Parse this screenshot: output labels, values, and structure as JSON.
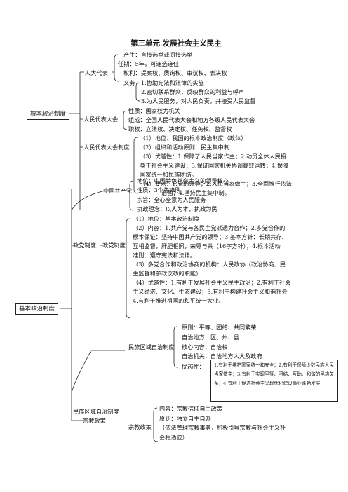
{
  "title": "第三单元  发展社会主义民主",
  "root_1": "根本政治制度",
  "root_2": "基本政治制度",
  "renda_daibiao": {
    "label": "人大代表",
    "lines": [
      "产生：直接选举或间接选举",
      "任期：5年，可连选连任",
      "权利：提案权、质询权、审议权、表决权"
    ],
    "yiwu_label": "义务",
    "yiwu": [
      "1.协助宪法和法律的实施",
      "2.密切联系群众，反映群众的利益与呼声",
      "3.为人民服务，对人民负责，并接受人民监督"
    ]
  },
  "renda": {
    "label": "人民代表大会",
    "lines": [
      "性质：国家权力机关",
      "组成：全国人民代表大会和地方各级人民代表大会",
      "职权：立法权、决定权、任免权、监督权"
    ]
  },
  "renda_zhidu": {
    "label": "人民代表大会制度",
    "lines": [
      "（1）地位：我国的根本政治制度（政体）",
      "（2）组织和活动原则：民主集中制",
      "（3）优越性：1.保障了人民当家作主；2.动员全体人民投",
      "身于社会主义建设；3.保证国家机关协调高效运转；4.保障",
      "国家统一和民族团结。",
      "（4）要求：1.党的领导；2.人民当家做主；3.全面推行依法",
      "治国；4.坚持民主集中制。"
    ]
  },
  "cpc": {
    "label": "中国共产党",
    "lines": [
      "地位：中国特色社会主义的领导核心",
      "性质：3个先锋队",
      "宗旨：全心全意为人民服务",
      "执政理念：以人为本，执政为民"
    ]
  },
  "zhengdang": {
    "label1": "政党制度",
    "label2": "政党制度",
    "lines": [
      "（1）地位：基本政治制度",
      "（2）内容：1.共产党与各民主党派通力合作；2.多党合作的",
      "根本保证：坚持中国共产党的领导；3.基本方针：长期共存、",
      "互相监督，肝胆相照，荣辱与共（16字方针）；4.根本活动",
      "准则：遵守宪法和法律。",
      "（3）多党合作和政治协商的机构：人民政协（政治协商、民",
      "主监督和参政议政的职能）",
      "（4）优越性：1.有利于发展社会主义民主政治；2.有利于社会",
      "主义经济、文化、生态建设；3.有利于构建社会主义和谐社会",
      "4.有利于推进祖国的和平统一大业。"
    ]
  },
  "minzu": {
    "label": "民族区域自治制度",
    "lines": [
      "原则：平等、团结、共同繁荣",
      "自治地方：区、州、县",
      "核心内容：自治权",
      "自治机关：自治地方人大及政府"
    ],
    "youyue_label": "优越性：",
    "youyue_note": "1.有利于维护国家统一和安全；2.有利于保障少数民族人民当家做主；3.有利于实现平等、团结、互助、和谐的民族关系；4.有利于促进社会主义现代化建设事业蓬勃发展"
  },
  "bottom_left": [
    "民族区域自治制度",
    "宗教政策"
  ],
  "zongjiao": {
    "label": "宗教政策",
    "lines": [
      "内容：宗教信仰自由政策",
      "原则：独立自主自办",
      "（依法管理宗教事务，积极引导宗教与社会主义社",
      "会相适应）"
    ]
  }
}
